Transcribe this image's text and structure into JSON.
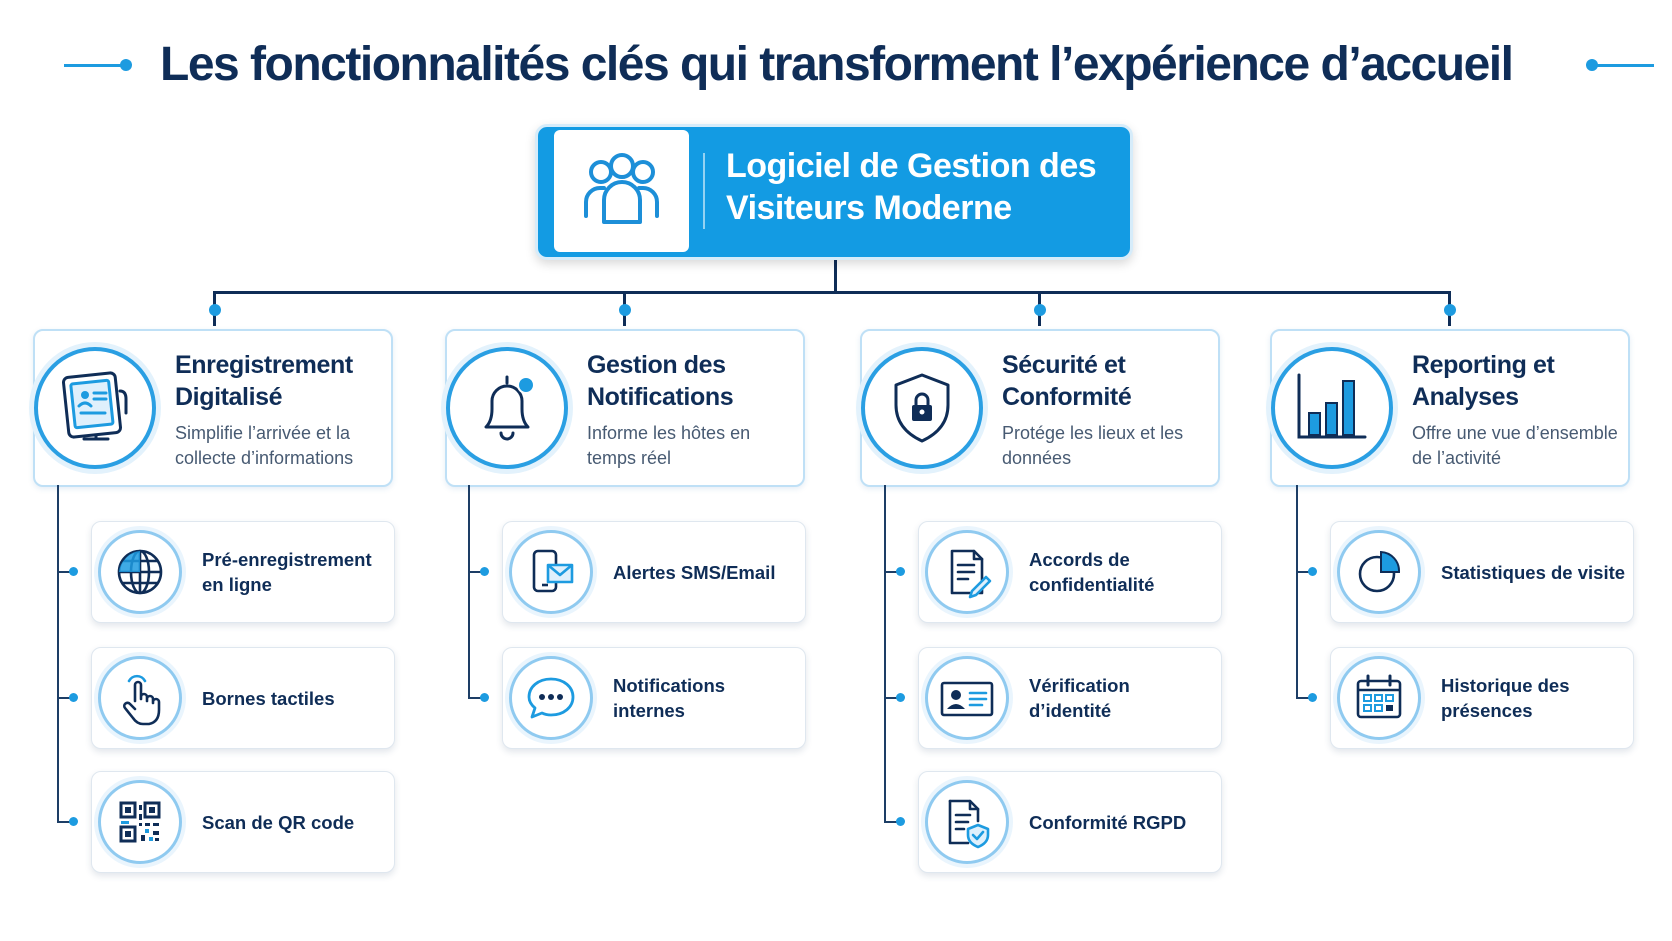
{
  "title": "Les fonctionnalités clés qui transforment l’expérience d’accueil",
  "central": {
    "title": "Logiciel de Gestion des Visiteurs Moderne",
    "icon": "users-group-icon"
  },
  "colors": {
    "accent": "#1d9be0",
    "navy": "#0f2d57",
    "central_bg": "#139be3"
  },
  "categories": [
    {
      "title": "Enregistrement Digitalisé",
      "description": "Simplifie l’arrivée et la collecte d’informations",
      "icon": "tablet-kiosk-icon",
      "features": [
        {
          "label": "Pré-enregistrement en ligne",
          "icon": "globe-icon"
        },
        {
          "label": "Bornes tactiles",
          "icon": "touch-hand-icon"
        },
        {
          "label": "Scan de QR code",
          "icon": "qr-code-icon"
        }
      ]
    },
    {
      "title": "Gestion des Notifications",
      "description": "Informe les hôtes en temps réel",
      "icon": "bell-icon",
      "features": [
        {
          "label": "Alertes SMS/Email",
          "icon": "phone-mail-icon"
        },
        {
          "label": "Notifications internes",
          "icon": "chat-bubble-icon"
        }
      ]
    },
    {
      "title": "Sécurité et Conformité",
      "description": "Protége les lieux et les données",
      "icon": "shield-lock-icon",
      "features": [
        {
          "label": "Accords de confidentialité",
          "icon": "document-pen-icon"
        },
        {
          "label": "Vérification d’identité",
          "icon": "id-card-icon"
        },
        {
          "label": "Conformité RGPD",
          "icon": "document-shield-icon"
        }
      ]
    },
    {
      "title": "Reporting et Analyses",
      "description": "Offre une vue d’ensemble de l’activité",
      "icon": "bar-chart-icon",
      "features": [
        {
          "label": "Statistiques de visite",
          "icon": "pie-chart-icon"
        },
        {
          "label": "Historique des présences",
          "icon": "calendar-icon"
        }
      ]
    }
  ]
}
